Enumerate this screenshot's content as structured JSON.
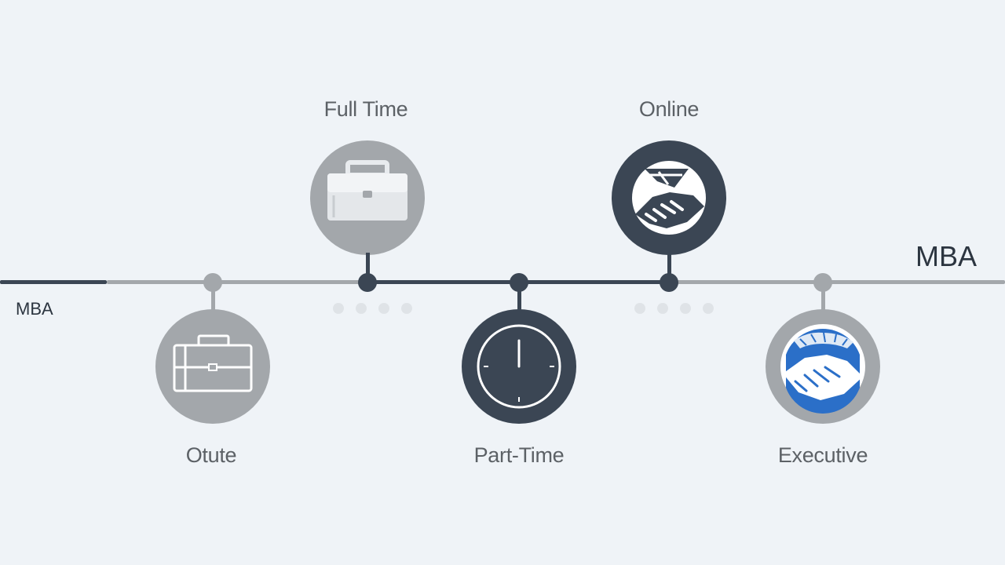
{
  "diagram": {
    "left_label": "MBA",
    "right_label": "MBA",
    "nodes": [
      {
        "id": "full-time",
        "label": "Full Time",
        "icon": "briefcase-icon"
      },
      {
        "id": "online",
        "label": "Online",
        "icon": "handshake-icon"
      },
      {
        "id": "other",
        "label": "Otute",
        "icon": "briefcase-icon"
      },
      {
        "id": "part-time",
        "label": "Part-Time",
        "icon": "clock-icon"
      },
      {
        "id": "executive",
        "label": "Executive",
        "icon": "handshake-icon"
      }
    ]
  },
  "colors": {
    "background": "#eff3f7",
    "dark": "#3b4654",
    "gray": "#a3a7ab",
    "accent_blue": "#2b6fc8"
  }
}
